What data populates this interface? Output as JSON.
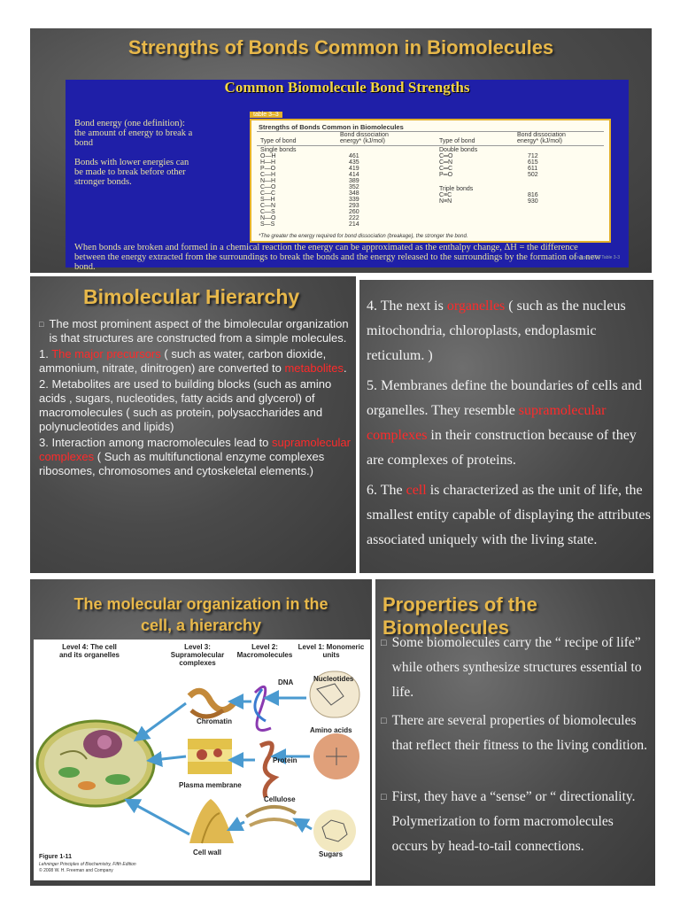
{
  "slide1": {
    "title": "Strengths of Bonds Common in Biomolecules",
    "inner_title": "Common Biomolecule Bond Strengths",
    "left_text_1": "Bond energy (one definition): the amount of energy to break a bond",
    "left_text_2": "Bonds with lower energies can be made to break before other stronger bonds.",
    "table_label": "table 3–3",
    "table_title": "Strengths of Bonds Common in Biomolecules",
    "col_type": "Type of bond",
    "col_energy": "Bond dissociation energy* (kJ/mol)",
    "single_header": "Single bonds",
    "double_header": "Double bonds",
    "triple_header": "Triple bonds",
    "single_bonds": [
      {
        "bond": "O—H",
        "energy": "461"
      },
      {
        "bond": "H—H",
        "energy": "435"
      },
      {
        "bond": "P—O",
        "energy": "419"
      },
      {
        "bond": "C—H",
        "energy": "414"
      },
      {
        "bond": "N—H",
        "energy": "389"
      },
      {
        "bond": "C—O",
        "energy": "352"
      },
      {
        "bond": "C—C",
        "energy": "348"
      },
      {
        "bond": "S—H",
        "energy": "339"
      },
      {
        "bond": "C—N",
        "energy": "293"
      },
      {
        "bond": "C—S",
        "energy": "260"
      },
      {
        "bond": "N—O",
        "energy": "222"
      },
      {
        "bond": "S—S",
        "energy": "214"
      }
    ],
    "double_bonds": [
      {
        "bond": "C═O",
        "energy": "712"
      },
      {
        "bond": "C═N",
        "energy": "615"
      },
      {
        "bond": "C═C",
        "energy": "611"
      },
      {
        "bond": "P═O",
        "energy": "502"
      }
    ],
    "triple_bonds": [
      {
        "bond": "C≡C",
        "energy": "816"
      },
      {
        "bond": "N≡N",
        "energy": "930"
      }
    ],
    "footnote": "*The greater the energy required for bond dissociation (breakage), the stronger the bond.",
    "bottom_text": "When bonds are broken and formed in a chemical reaction the energy can be approximated as the enthalpy change, ΔH = the difference between the energy extracted from the surroundings to break the bonds and the energy released to the surroundings by the formation of a new bond.",
    "credit": "Lehninger 2000 Table 3-3"
  },
  "slide2": {
    "title": "Bimolecular Hierarchy",
    "p0": "The most prominent aspect of the bimolecular organization is that structures are constructed from a simple molecules.",
    "p1_a": "1. ",
    "p1_red1": "The major precursors",
    "p1_b": " ( such as water, carbon dioxide, ammonium, nitrate, dinitrogen) are converted to ",
    "p1_red2": "metabolites",
    "p1_c": ".",
    "p2": "2. Metabolites are used to building blocks (such as amino acids , sugars, nucleotides, fatty acids and glycerol) of macromolecules ( such as protein, polysaccharides and polynucleotides and lipids)",
    "p3_a": "3. Interaction among macromolecules lead to ",
    "p3_red": "supramolecular complexes",
    "p3_b": " ( Such as multifunctional enzyme complexes ribosomes, chromosomes and cytoskeletal elements.)"
  },
  "slide3": {
    "p4_a": "4. The next is ",
    "p4_red": "organelles",
    "p4_b": " ( such as the nucleus mitochondria, chloroplasts, endoplasmic reticulum. )",
    "p5_a": "5. Membranes define the boundaries of cells and organelles. They resemble ",
    "p5_red": "supramolecular complexes",
    "p5_b": " in their construction because of they are complexes of proteins.",
    "p6_a": "6. The ",
    "p6_red": "cell",
    "p6_b": " is characterized as the unit of life, the smallest entity capable of displaying the attributes associated uniquely with the living state."
  },
  "slide4": {
    "title": "The molecular organization in the cell, a hierarchy",
    "level4": "Level 4: The cell and its organelles",
    "level3": "Level 3: Supramolecular complexes",
    "level2": "Level 2: Macromolecules",
    "level1": "Level 1: Monomeric units",
    "chromatin": "Chromatin",
    "plasma_membrane": "Plasma membrane",
    "cell_wall": "Cell wall",
    "dna": "DNA",
    "protein": "Protein",
    "cellulose": "Cellulose",
    "nucleotides": "Nucleotides",
    "amino_acids": "Amino acids",
    "sugars": "Sugars",
    "figure": "Figure 1-11",
    "figure_credit": "Lehninger Principles of Biochemistry, Fifth Edition",
    "copyright": "© 2008 W. H. Freeman and Company"
  },
  "slide5": {
    "title": "Properties  of the Biomolecules",
    "b1": "Some biomolecules carry the “ recipe of life” while others synthesize structures essential to life.",
    "b2": "There are several properties of biomolecules that reflect their fitness to the living condition.",
    "b3": "First, they have a “sense” or “ directionality. Polymerization to form macromolecules occurs by head-to-tail connections.",
    "bullet": "□"
  },
  "colors": {
    "accent": "#e8b84a",
    "highlight": "#ff2a2a",
    "slide_blue": "#1f1fa8"
  }
}
